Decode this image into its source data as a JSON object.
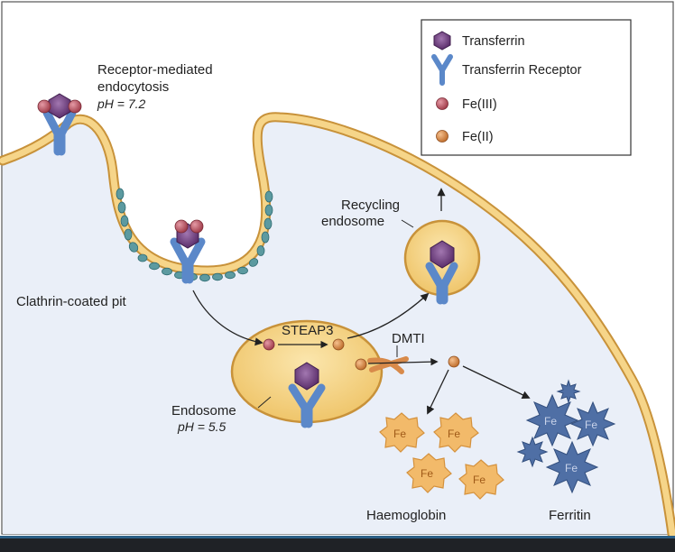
{
  "legend": {
    "transferrin": "Transferrin",
    "receptor": "Transferrin Receptor",
    "fe3": "Fe(III)",
    "fe2": "Fe(II)"
  },
  "labels": {
    "rme_line1": "Receptor-mediated",
    "rme_line2": "endocytosis",
    "rme_ph": "pH = 7.2",
    "clathrin": "Clathrin-coated pit",
    "recycling_line1": "Recycling",
    "recycling_line2": "endosome",
    "steap3": "STEAP3",
    "dmt1": "DMTI",
    "endosome": "Endosome",
    "endosome_ph": "pH = 5.5",
    "haemoglobin": "Haemoglobin",
    "ferritin": "Ferritin",
    "fe": "Fe"
  },
  "colors": {
    "membrane": "#f3c766",
    "membrane_edge": "#c8923a",
    "cytoplasm": "#e9eef7",
    "receptor": "#5b88c9",
    "transferrin": "#6a3d79",
    "fe3": "#b84f5c",
    "fe2": "#d88a4a",
    "endosome": "#f3d27c",
    "haemoglobin": "#f1bb6b",
    "ferritin": "#4f6fa5",
    "bottom_bar": "#1f2226"
  }
}
